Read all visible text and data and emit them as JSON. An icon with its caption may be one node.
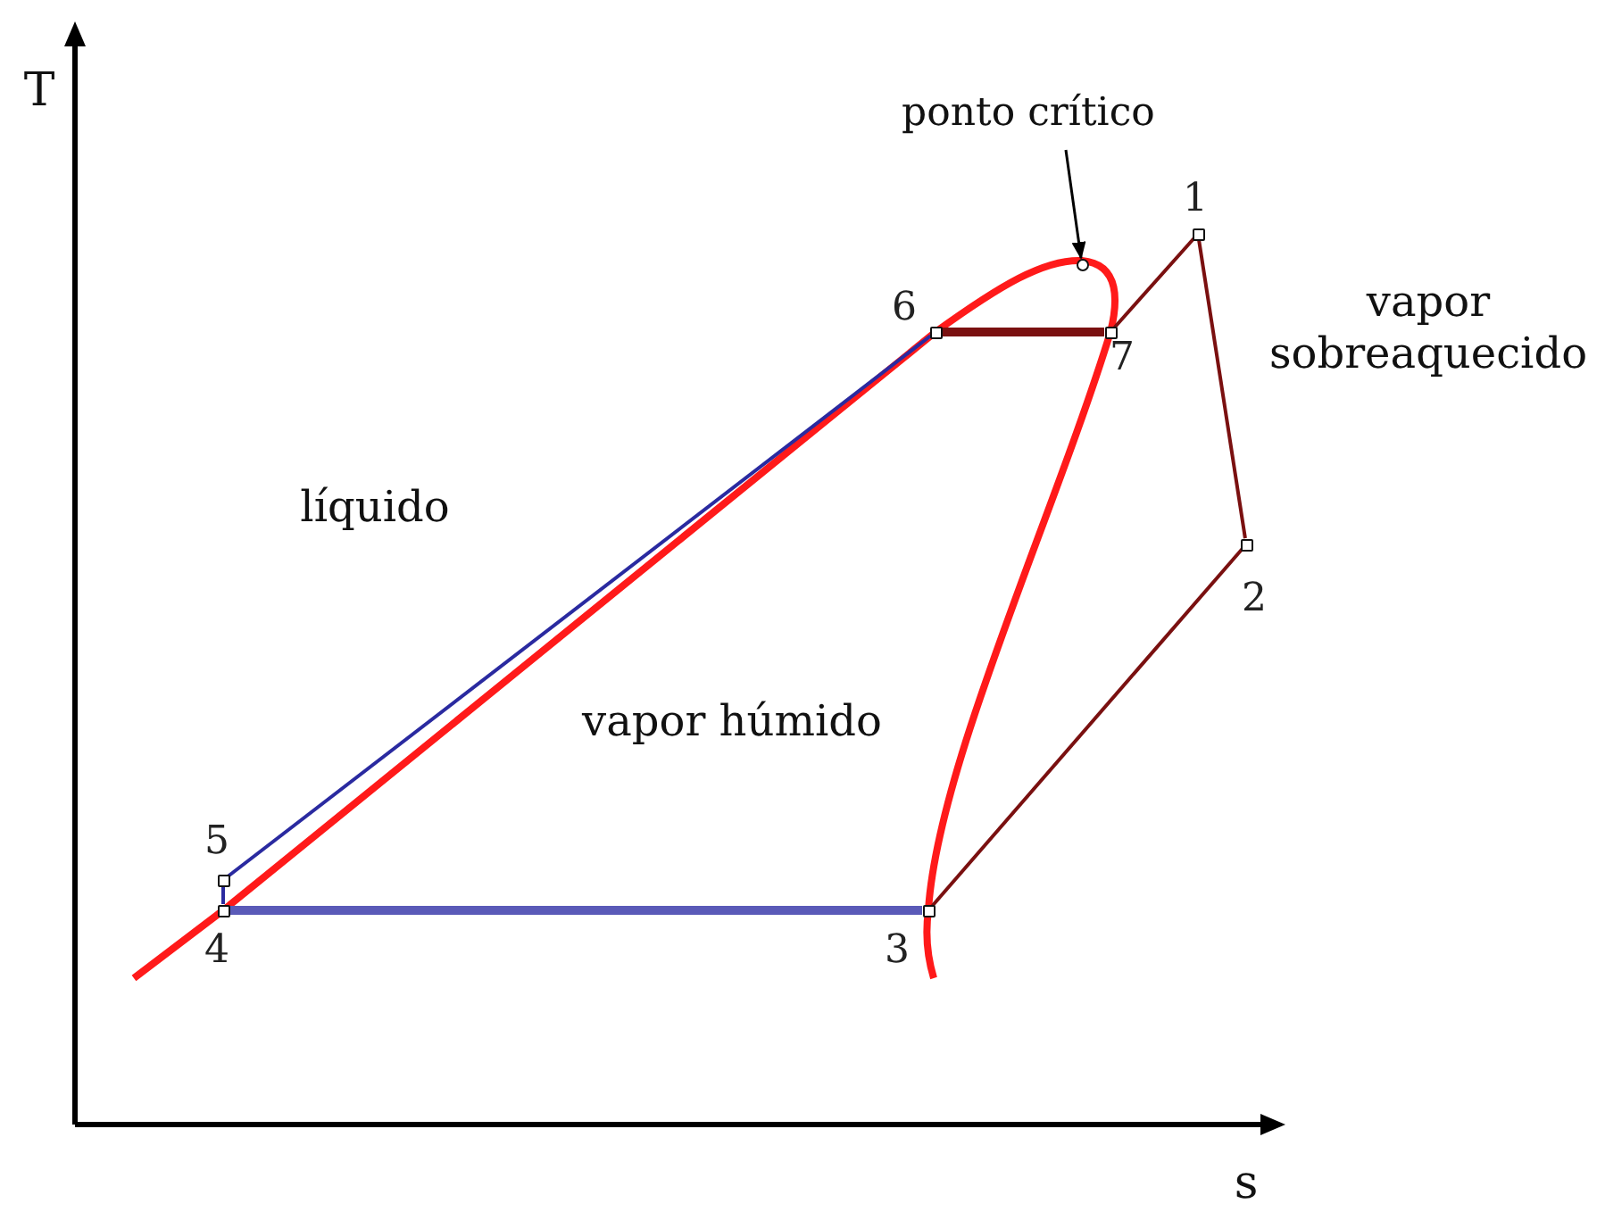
{
  "diagram": {
    "nodes": [
      {
        "text": [
          "1"
        ]
      },
      {
        "text": [
          "2"
        ]
      },
      {
        "text": [
          "3"
        ]
      },
      {
        "text": [
          "4"
        ]
      },
      {
        "text": [
          "5"
        ]
      },
      {
        "text": [
          "6"
        ]
      },
      {
        "text": [
          "7"
        ]
      },
      {
        "text": [
          "ponto crítico"
        ]
      },
      {
        "text": [],
        "shape": "circle"
      }
    ],
    "edges": [
      {
        "from": 0,
        "to": 1,
        "arrow": "none"
      },
      {
        "from": 1,
        "to": 2,
        "arrow": "none"
      },
      {
        "from": 2,
        "to": 3,
        "arrow": "none",
        "style": "thick",
        "color": "#5a5ab8"
      },
      {
        "from": 3,
        "to": 4,
        "arrow": "none",
        "color": "#2a2aa0"
      },
      {
        "from": 4,
        "to": 5,
        "arrow": "none",
        "color": "#2a2aa0"
      },
      {
        "from": 5,
        "to": 6,
        "arrow": "none",
        "style": "thick"
      },
      {
        "from": 6,
        "to": 0,
        "arrow": "none"
      },
      {
        "from": 7,
        "to": 8,
        "arrow": "to",
        "color": "#000000"
      }
    ],
    "labels": [
      "T",
      "s",
      "líquido",
      "vapor húmido",
      "vapor sobreaquecido"
    ]
  }
}
